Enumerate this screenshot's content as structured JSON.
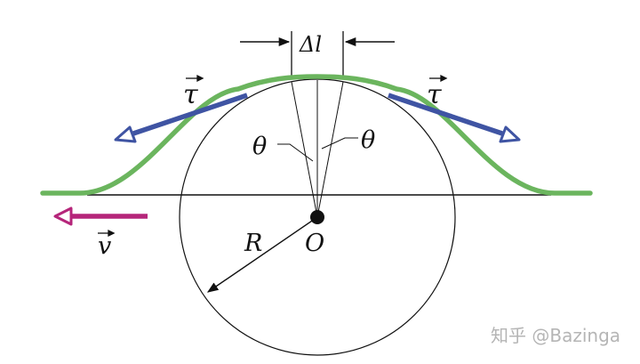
{
  "labels": {
    "delta_l": "Δl",
    "tau_left": "τ",
    "tau_right": "τ",
    "theta_left": "θ",
    "theta_right": "θ",
    "radius": "R",
    "center": "O",
    "velocity": "v"
  },
  "watermark": "知乎 @Bazinga",
  "colors": {
    "rope": "#6bb55e",
    "tension_arrow": "#3f54a3",
    "velocity_arrow": "#b5257a",
    "line": "#111111",
    "watermark": "#b5b5b5"
  }
}
